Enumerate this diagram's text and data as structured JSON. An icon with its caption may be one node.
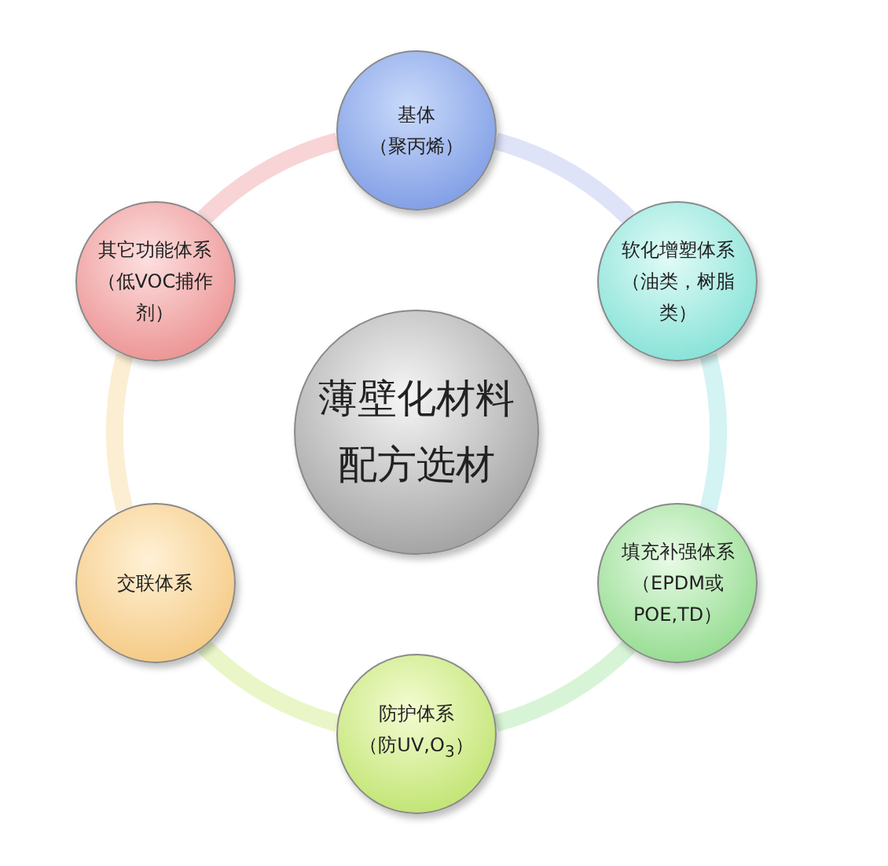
{
  "diagram": {
    "nodes": [
      {
        "text": [
          "基体",
          "（聚丙烯）"
        ]
      },
      {
        "text": [
          "软化增塑体系",
          "（油类，树脂类）"
        ]
      },
      {
        "text": [
          "填充补强体系",
          "（EPDM或POE,TD）"
        ]
      },
      {
        "text": [
          "防护体系",
          "（防UV,O$_{3}$）"
        ]
      },
      {
        "text": [
          "交联体系"
        ]
      },
      {
        "text": [
          "其它功能体系",
          "（低VOC捕作剂）"
        ]
      },
      {
        "text": [
          "薄壁化材料配方选材"
        ]
      }
    ],
    "edges": [
      {
        "from": 0,
        "to": 1,
        "arrow": "none",
        "color": "#dfe3f8"
      },
      {
        "from": 1,
        "to": 2,
        "arrow": "none",
        "color": "#d4f3f3"
      },
      {
        "from": 2,
        "to": 3,
        "arrow": "none",
        "color": "#d8f4d6"
      },
      {
        "from": 3,
        "to": 4,
        "arrow": "none",
        "color": "#eaf6c8"
      },
      {
        "from": 4,
        "to": 5,
        "arrow": "none",
        "color": "#fbeed2"
      },
      {
        "from": 5,
        "to": 0,
        "arrow": "none",
        "color": "#f8d4d6"
      }
    ]
  }
}
